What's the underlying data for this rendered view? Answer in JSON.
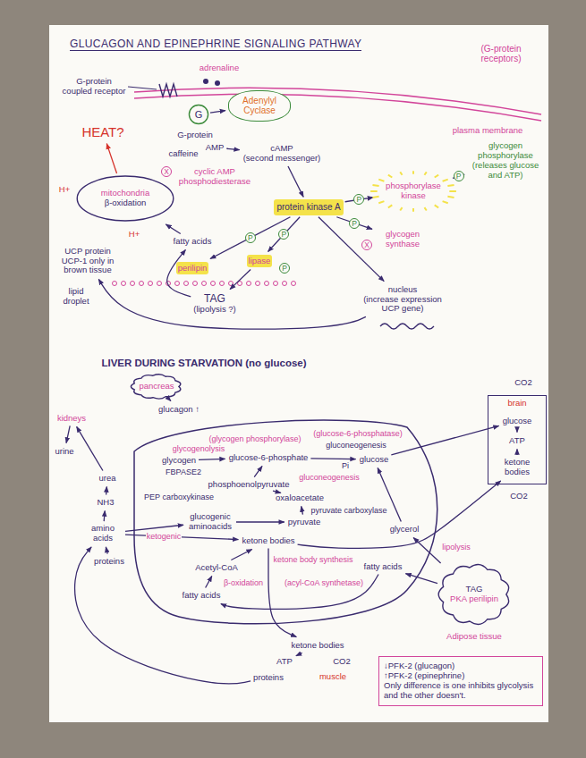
{
  "diagram": {
    "title": "GLUCAGON AND EPINEPHRINE SIGNALING PATHWAY",
    "nodes": [
      {
        "text": [
          "G"
        ]
      },
      {
        "text": [
          "Adenylyl Cyclase"
        ]
      },
      {
        "text": [
          "AMP"
        ]
      },
      {
        "text": [
          "cAMP",
          "(second messenger)"
        ]
      },
      {
        "text": [
          "cyclic AMP phosphodiesterase"
        ]
      },
      {
        "text": [
          "protein kinase A"
        ]
      },
      {
        "text": [
          "phosphorylase kinase"
        ]
      },
      {
        "text": [
          "glycogen phosphorylase",
          "(releases glucose and ATP)"
        ]
      },
      {
        "text": [
          "glycogen synthase"
        ]
      },
      {
        "text": [
          "lipase"
        ]
      },
      {
        "text": [
          "perilipin"
        ]
      },
      {
        "text": [
          "TAG",
          "(lipolysis ?)"
        ]
      },
      {
        "text": [
          "fatty acids"
        ]
      },
      {
        "text": [
          "mitochondria",
          "β-oxidation"
        ]
      },
      {
        "text": [
          "UCP protein UCP-1 only in brown tissue"
        ]
      },
      {
        "text": [
          "HEAT?"
        ]
      },
      {
        "text": [
          "nucleus",
          "(increase expression UCP gene)"
        ]
      },
      {
        "text": [
          "pancreas"
        ]
      },
      {
        "text": [
          "glucagon ↑"
        ]
      },
      {
        "text": [
          "kidneys"
        ]
      },
      {
        "text": [
          "urine"
        ]
      },
      {
        "text": [
          "urea"
        ]
      },
      {
        "text": [
          "NH3"
        ]
      },
      {
        "text": [
          "amino acids"
        ]
      },
      {
        "text": [
          "proteins"
        ]
      },
      {
        "text": [
          "glycogen"
        ]
      },
      {
        "text": [
          "glucose-6-phosphate"
        ]
      },
      {
        "text": [
          "glucose"
        ]
      },
      {
        "text": [
          "phosphoenolpyruvate"
        ]
      },
      {
        "text": [
          "oxaloacetate"
        ]
      },
      {
        "text": [
          "pyruvate"
        ]
      },
      {
        "text": [
          "glucogenic aminoacids"
        ]
      },
      {
        "text": [
          "ketone bodies"
        ]
      },
      {
        "text": [
          "Acetyl-CoA"
        ]
      },
      {
        "text": [
          "fatty acids"
        ]
      },
      {
        "text": [
          "glycerol"
        ]
      },
      {
        "text": [
          "fatty acids"
        ]
      },
      {
        "text": [
          "TAG",
          "PKA perilipin"
        ]
      },
      {
        "text": [
          "brain"
        ]
      },
      {
        "text": [
          "glucose"
        ],
        "in": 38
      },
      {
        "text": [
          "ATP"
        ],
        "in": 38
      },
      {
        "text": [
          "ketone bodies"
        ],
        "in": 38
      },
      {
        "text": [
          "ketone bodies"
        ]
      },
      {
        "text": [
          "ATP"
        ]
      },
      {
        "text": [
          "proteins"
        ]
      },
      {
        "text": [
          "↓PFK-2 (glucagon)",
          "↑PFK-2 (epinephrine)",
          "Only difference is one inhibits glycolysis and the other doesn't."
        ]
      }
    ],
    "edges": [
      {
        "from": 0,
        "to": 1,
        "arrow": "to"
      },
      {
        "from": 2,
        "to": 3,
        "arrow": "to"
      },
      {
        "from": 3,
        "to": 5,
        "arrow": "to"
      },
      {
        "from": 5,
        "to": 6,
        "label": "P",
        "arrow": "to"
      },
      {
        "from": 6,
        "to": 7,
        "label": "P",
        "arrow": "to"
      },
      {
        "from": 5,
        "to": 8,
        "label": "P",
        "arrow": "to"
      },
      {
        "from": 5,
        "to": 9,
        "label": "P",
        "arrow": "to"
      },
      {
        "from": 5,
        "to": 10,
        "label": "P",
        "arrow": "to"
      },
      {
        "from": 5,
        "to": 16,
        "arrow": "to"
      },
      {
        "from": 9,
        "to": 11,
        "arrow": "to"
      },
      {
        "from": 11,
        "to": 12,
        "arrow": "to"
      },
      {
        "from": 12,
        "to": 13,
        "arrow": "to"
      },
      {
        "from": 13,
        "to": 15,
        "arrow": "to"
      },
      {
        "from": 16,
        "to": 14,
        "arrow": "to"
      },
      {
        "from": 17,
        "to": 18,
        "arrow": "to"
      },
      {
        "from": 25,
        "to": 26,
        "label": "glycogenolysis",
        "arrow": "to"
      },
      {
        "from": 26,
        "to": 27,
        "arrow": "to"
      },
      {
        "from": 28,
        "to": 26,
        "label": "FBPASE2",
        "arrow": "to"
      },
      {
        "from": 29,
        "to": 28,
        "label": "PEP carboxykinase",
        "arrow": "to"
      },
      {
        "from": 30,
        "to": 29,
        "label": "pyruvate carboxylase",
        "arrow": "to"
      },
      {
        "from": 31,
        "to": 30,
        "arrow": "to"
      },
      {
        "from": 23,
        "to": 31,
        "arrow": "to"
      },
      {
        "from": 23,
        "to": 32,
        "label": "ketogenic",
        "arrow": "to"
      },
      {
        "from": 23,
        "to": 22,
        "arrow": "to"
      },
      {
        "from": 22,
        "to": 21,
        "arrow": "to"
      },
      {
        "from": 21,
        "to": 19,
        "arrow": "to"
      },
      {
        "from": 19,
        "to": 20,
        "arrow": "to"
      },
      {
        "from": 24,
        "to": 23,
        "arrow": "to"
      },
      {
        "from": 33,
        "to": 32,
        "label": "ketone body synthesis",
        "arrow": "to"
      },
      {
        "from": 34,
        "to": 33,
        "label": "β-oxidation",
        "arrow": "to"
      },
      {
        "from": 37,
        "to": 35,
        "label": "lipolysis",
        "arrow": "to"
      },
      {
        "from": 37,
        "to": 36,
        "arrow": "to"
      },
      {
        "from": 36,
        "to": 34,
        "arrow": "to"
      },
      {
        "from": 35,
        "to": 27,
        "arrow": "to"
      },
      {
        "from": 27,
        "to": 39,
        "arrow": "to"
      },
      {
        "from": 32,
        "to": 41,
        "arrow": "to"
      },
      {
        "from": 32,
        "to": 42,
        "arrow": "to"
      },
      {
        "from": 39,
        "to": 40,
        "arrow": "to"
      },
      {
        "from": 41,
        "to": 40,
        "arrow": "to"
      },
      {
        "from": 42,
        "to": 43,
        "arrow": "to"
      },
      {
        "from": 44,
        "to": 23,
        "arrow": "to"
      }
    ],
    "labels": [
      "(G-protein receptors)",
      "G-protein coupled receptor",
      "adrenaline",
      "G-protein",
      "plasma membrane",
      "caffeine",
      "X",
      "H+",
      "H+",
      "lipid droplet",
      "X",
      "P",
      "LIVER DURING STARVATION (no glucose)",
      "(glycogen phosphorylase)",
      "(glucose-6-phosphatase)",
      "gluconeogenesis",
      "gluconeogenesis",
      "Pi",
      "CO2",
      "CO2",
      "CO2",
      "muscle",
      "(acyl-CoA synthetase)",
      "Adipose tissue"
    ]
  }
}
